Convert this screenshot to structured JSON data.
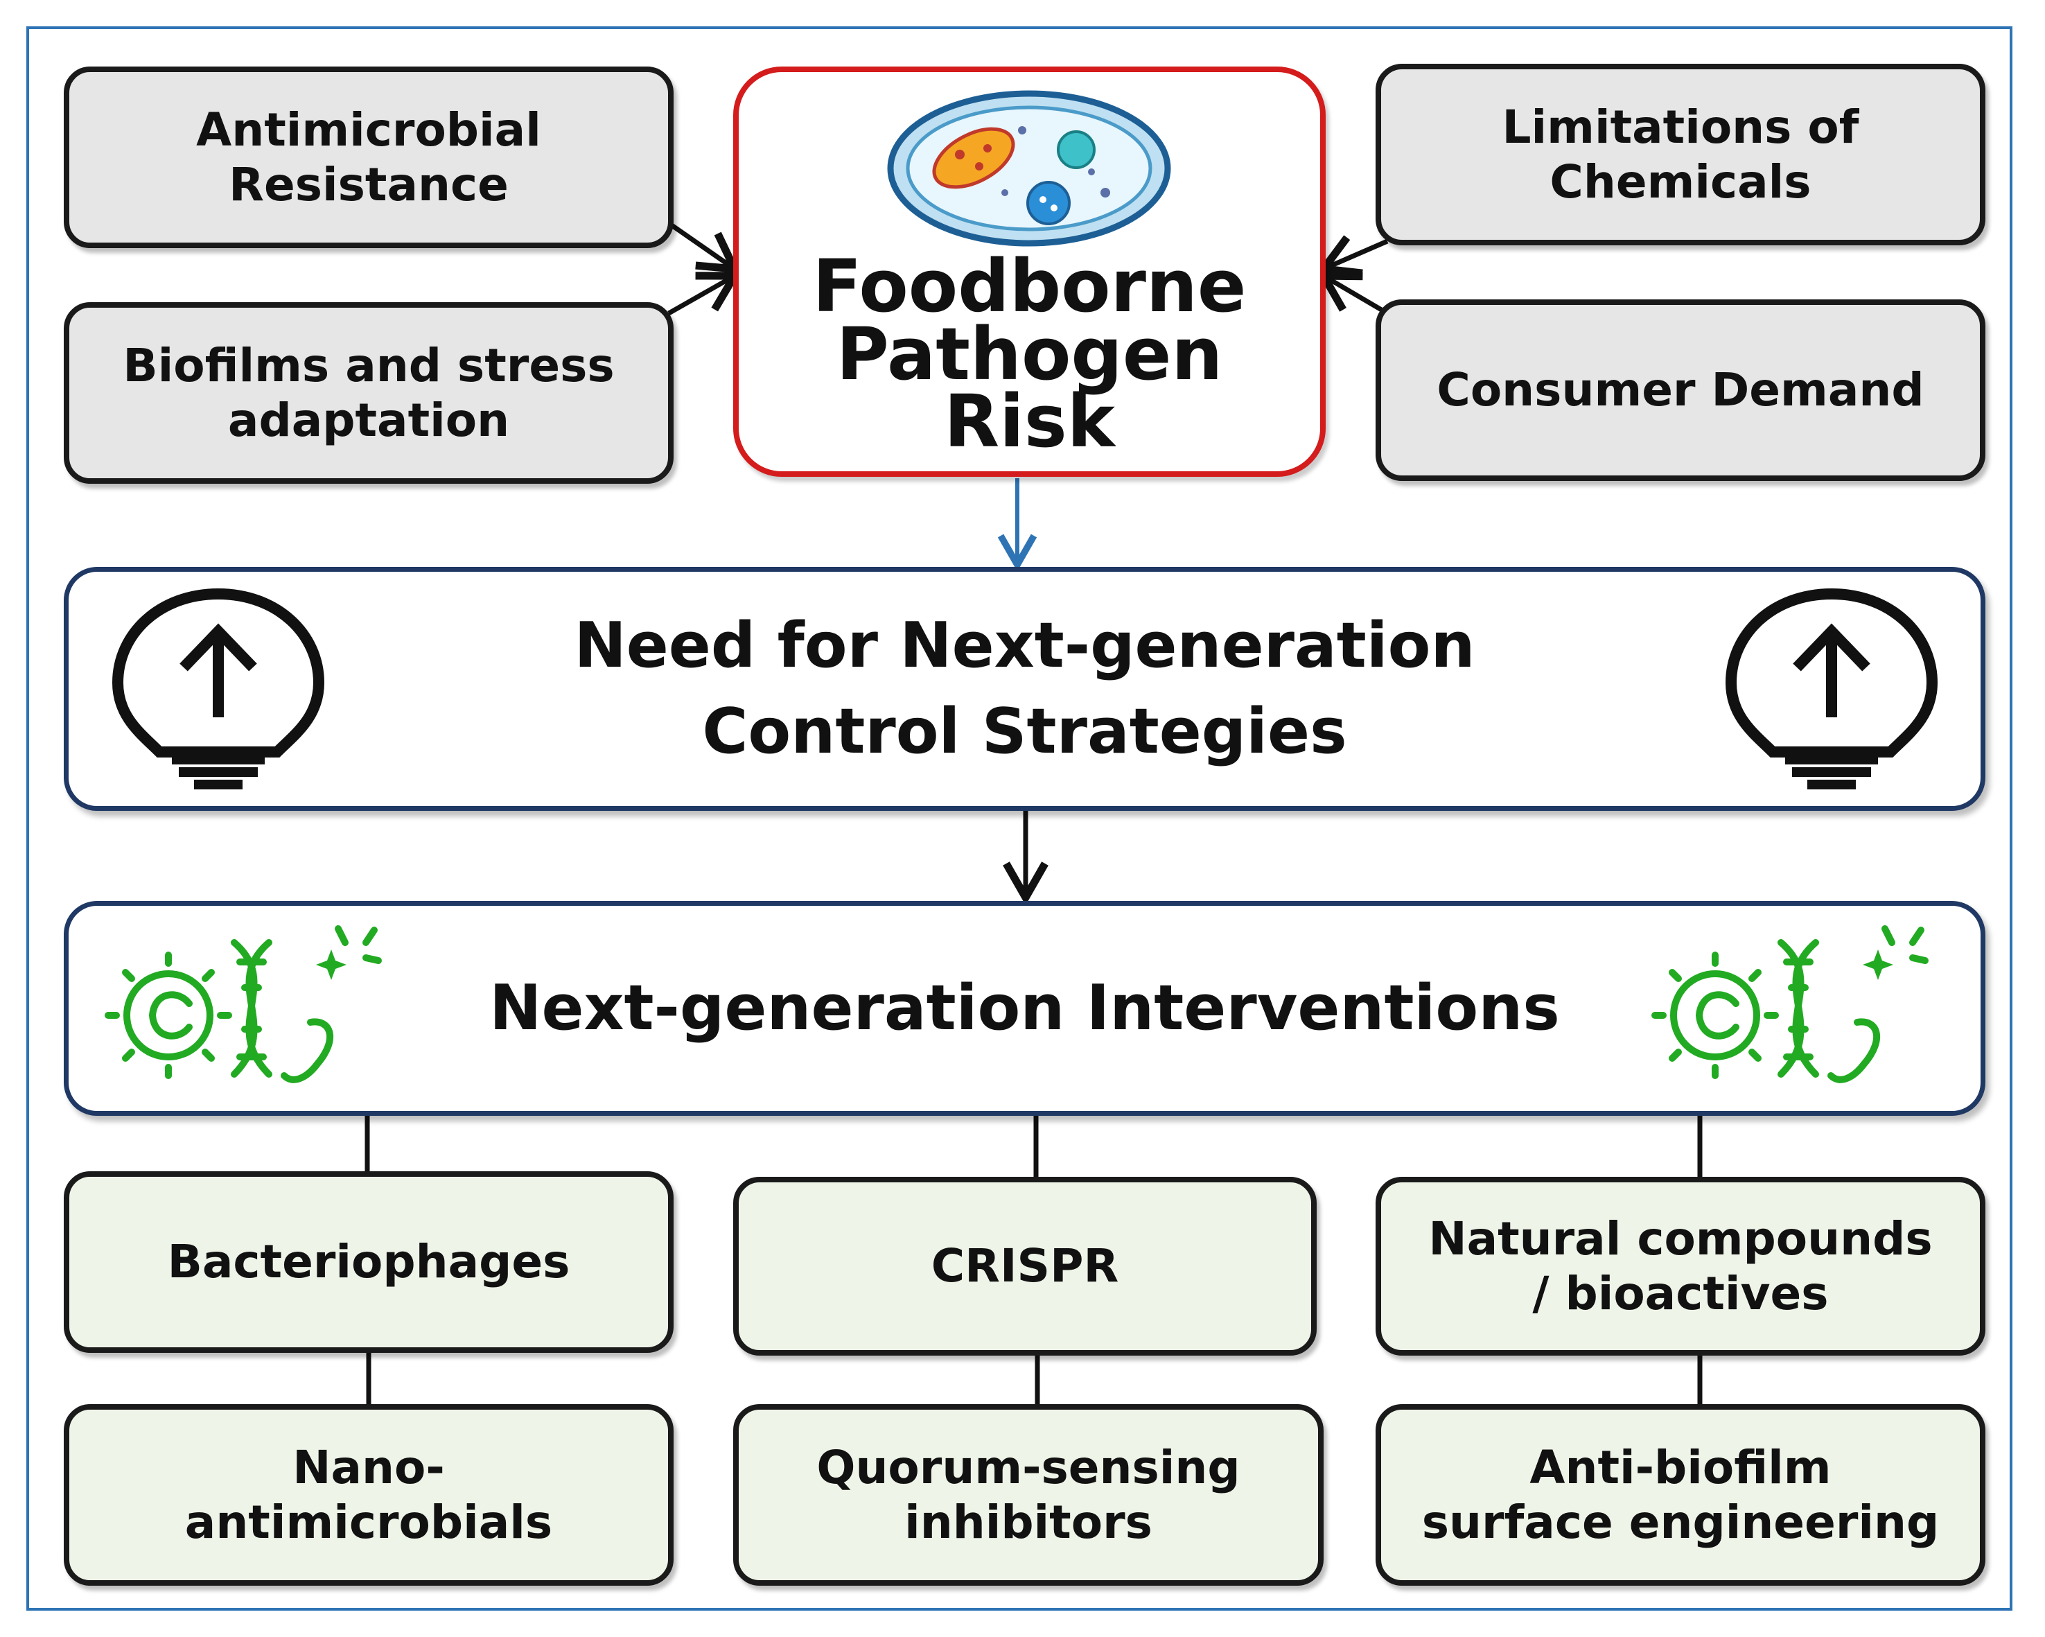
{
  "diagram": {
    "drivers_left": [
      "Antimicrobial\nResistance",
      "Biofilms and stress\nadaptation"
    ],
    "drivers_right": [
      "Limitations of\nChemicals",
      "Consumer Demand"
    ],
    "central": "Foodborne\nPathogen\nRisk",
    "need": "Need for Next-generation\nControl Strategies",
    "interventions_header": "Next-generation Interventions",
    "interventions": [
      "Bacteriophages",
      "CRISPR",
      "Natural compounds\n/ bioactives",
      "Nano-\nantimicrobials",
      "Quorum-sensing\ninhibitors",
      "Anti-biofilm\nsurface engineering"
    ]
  },
  "colors": {
    "frame": "#2e74b5",
    "central_border": "#d41c1c",
    "band_border": "#1f3864",
    "driver_fill": "#e6e6e6",
    "intervention_fill": "#eef5e8",
    "icon_green": "#22aa22",
    "arrow_blue": "#2e74b5"
  },
  "icons": [
    "petri-dish-bacteria-icon",
    "lightbulb-up-arrow-icon",
    "biotech-gear-dna-icon"
  ]
}
